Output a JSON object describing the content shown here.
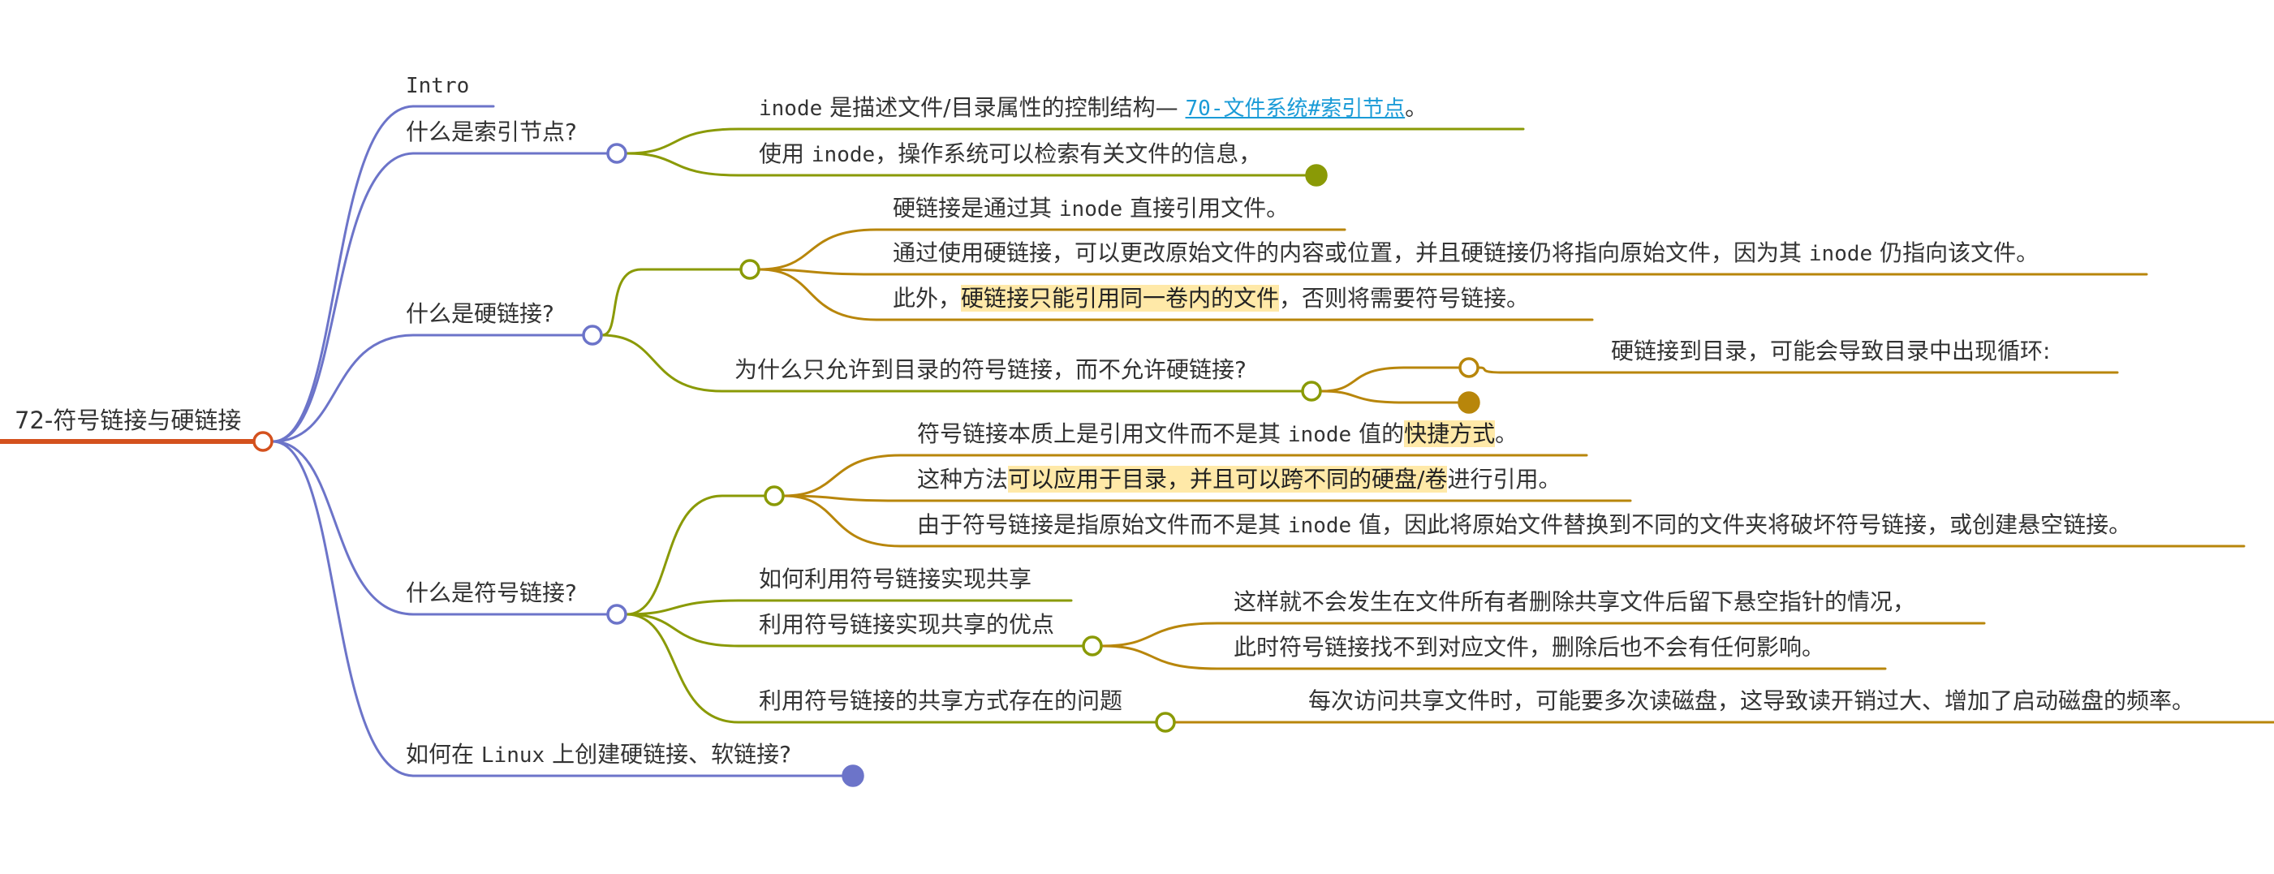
{
  "colors": {
    "root": "#d4511e",
    "level1": "#6c74c9",
    "level2": "#8a9a06",
    "level3": "#b8860b",
    "text": "#333333",
    "highlight": "#ffe9a8",
    "link": "#1a9bd7"
  },
  "root": {
    "id": "root",
    "label": "72-符号链接与硬链接",
    "children": [
      {
        "id": "intro",
        "segments": [
          {
            "t": "Intro",
            "code": true
          }
        ]
      },
      {
        "id": "inode",
        "segments": [
          {
            "t": "什么是索引节点?"
          }
        ],
        "collapsed_dot": false,
        "children": [
          {
            "id": "inode-1",
            "segments": [
              {
                "t": "inode",
                "code": true
              },
              {
                "t": " 是描述文件/目录属性的控制结构— "
              },
              {
                "t": "70-文件系统#索引节点",
                "link": true
              },
              {
                "t": "。"
              }
            ]
          },
          {
            "id": "inode-2",
            "segments": [
              {
                "t": "使用 "
              },
              {
                "t": "inode",
                "code": true
              },
              {
                "t": "，操作系统可以检索有关文件的信息，"
              }
            ],
            "filled_dot": true
          }
        ]
      },
      {
        "id": "hard",
        "segments": [
          {
            "t": "什么是硬链接?"
          }
        ],
        "children": [
          {
            "id": "hard-group",
            "segments": [],
            "children": [
              {
                "id": "hard-1",
                "segments": [
                  {
                    "t": "硬链接是通过其 "
                  },
                  {
                    "t": "inode",
                    "code": true
                  },
                  {
                    "t": " 直接引用文件。"
                  }
                ]
              },
              {
                "id": "hard-2",
                "segments": [
                  {
                    "t": "通过使用硬链接，可以更改原始文件的内容或位置，并且硬链接仍将指向原始文件，因为其 "
                  },
                  {
                    "t": "inode",
                    "code": true
                  },
                  {
                    "t": " 仍指向该文件。"
                  }
                ]
              },
              {
                "id": "hard-3",
                "segments": [
                  {
                    "t": "此外，"
                  },
                  {
                    "t": "硬链接只能引用同一卷内的文件",
                    "hl": true
                  },
                  {
                    "t": "，否则将需要符号链接。"
                  }
                ]
              }
            ]
          },
          {
            "id": "why",
            "segments": [
              {
                "t": "为什么只允许到目录的符号链接，而不允许硬链接?"
              }
            ],
            "children": [
              {
                "id": "why-1",
                "segments": [],
                "children": [
                  {
                    "id": "why-1-1",
                    "segments": [
                      {
                        "t": "硬链接到目录，可能会导致目录中出现循环:"
                      }
                    ]
                  }
                ]
              },
              {
                "id": "why-2",
                "segments": [],
                "filled_dot": true
              }
            ]
          }
        ]
      },
      {
        "id": "sym",
        "segments": [
          {
            "t": "什么是符号链接?"
          }
        ],
        "children": [
          {
            "id": "sym-group",
            "segments": [],
            "children": [
              {
                "id": "sym-1",
                "segments": [
                  {
                    "t": "符号链接本质上是引用文件而不是其 "
                  },
                  {
                    "t": "inode",
                    "code": true
                  },
                  {
                    "t": " 值的"
                  },
                  {
                    "t": "快捷方式",
                    "hl": true
                  },
                  {
                    "t": "。"
                  }
                ]
              },
              {
                "id": "sym-2",
                "segments": [
                  {
                    "t": "这种方法"
                  },
                  {
                    "t": "可以应用于目录，并且可以跨不同的硬盘/卷",
                    "hl": true
                  },
                  {
                    "t": "进行引用。"
                  }
                ]
              },
              {
                "id": "sym-3",
                "segments": [
                  {
                    "t": "由于符号链接是指原始文件而不是其 "
                  },
                  {
                    "t": "inode",
                    "code": true
                  },
                  {
                    "t": " 值，因此将原始文件替换到不同的文件夹将破坏符号链接，或创建悬空链接。"
                  }
                ]
              }
            ]
          },
          {
            "id": "share",
            "segments": [
              {
                "t": "如何利用符号链接实现共享"
              }
            ]
          },
          {
            "id": "adv",
            "segments": [
              {
                "t": "利用符号链接实现共享的优点"
              }
            ],
            "children": [
              {
                "id": "adv-1",
                "segments": [
                  {
                    "t": "这样就不会发生在文件所有者删除共享文件后留下悬空指针的情况，"
                  }
                ]
              },
              {
                "id": "adv-2",
                "segments": [
                  {
                    "t": "此时符号链接找不到对应文件，删除后也不会有任何影响。"
                  }
                ]
              }
            ]
          },
          {
            "id": "prob",
            "segments": [
              {
                "t": "利用符号链接的共享方式存在的问题"
              }
            ],
            "children": [
              {
                "id": "prob-1",
                "segments": [
                  {
                    "t": "每次访问共享文件时，可能要多次读磁盘，这导致读开销过大、增加了启动磁盘的频率。"
                  }
                ]
              }
            ]
          }
        ]
      },
      {
        "id": "linux",
        "segments": [
          {
            "t": "如何在 "
          },
          {
            "t": "Linux",
            "code": true
          },
          {
            "t": " 上创建硬链接、软链接?"
          }
        ],
        "filled_dot": true
      }
    ]
  }
}
